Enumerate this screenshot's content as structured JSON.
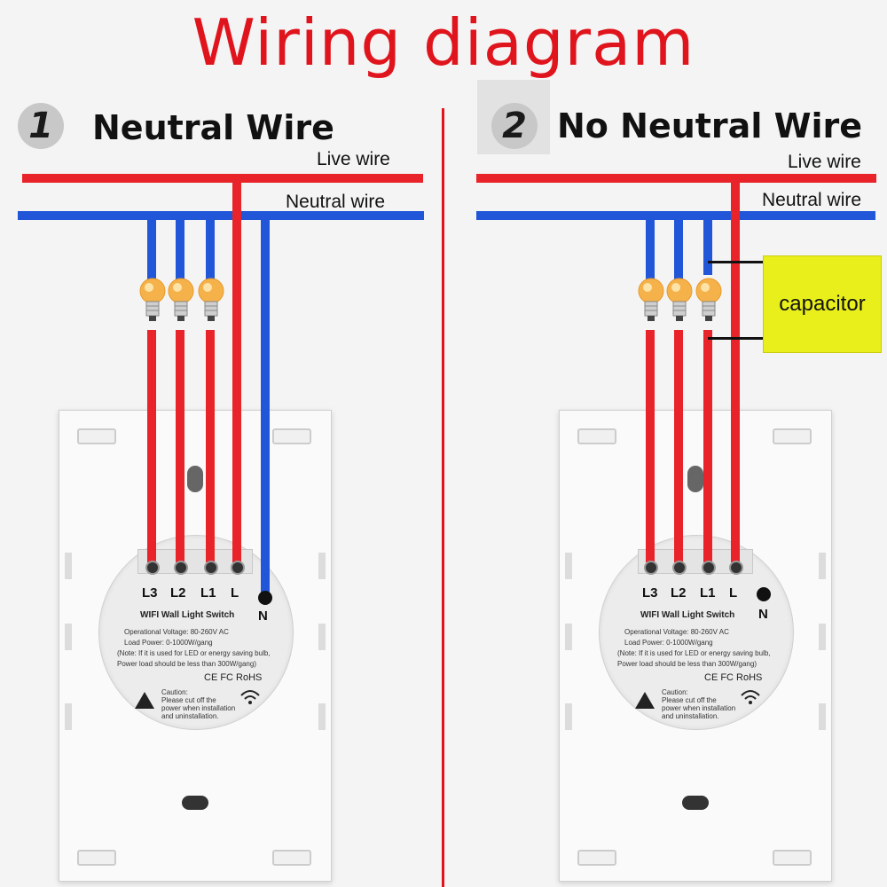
{
  "title": "Wiring diagram",
  "left": {
    "number": "1",
    "heading": "Neutral Wire",
    "live_label": "Live wire",
    "neutral_label": "Neutral wire"
  },
  "right": {
    "number": "2",
    "heading": "No Neutral Wire",
    "live_label": "Live wire",
    "neutral_label": "Neutral wire",
    "capacitor_label": "capacitor"
  },
  "module": {
    "terminals": [
      "L3",
      "L2",
      "L1",
      "L"
    ],
    "neutral_terminal": "N",
    "title": "WIFI Wall Light Switch",
    "voltage": "Operational Voltage: 80-260V AC",
    "load": "Load Power: 0-1000W/gang",
    "note1": "(Note: If it is used for LED or energy saving bulb,",
    "note2": "Power load should be less than 300W/gang)",
    "certs": "CE FC RoHS",
    "caution1": "Caution:",
    "caution2": "Please cut off the",
    "caution3": "power when installation",
    "caution4": "and uninstallation."
  },
  "colors": {
    "live": "#e8242a",
    "neutral": "#2256d8",
    "title": "#e0141c",
    "capacitor": "#e8ef1a"
  },
  "icons": [
    "bulb-icon",
    "warning-icon",
    "wifi-icon"
  ]
}
